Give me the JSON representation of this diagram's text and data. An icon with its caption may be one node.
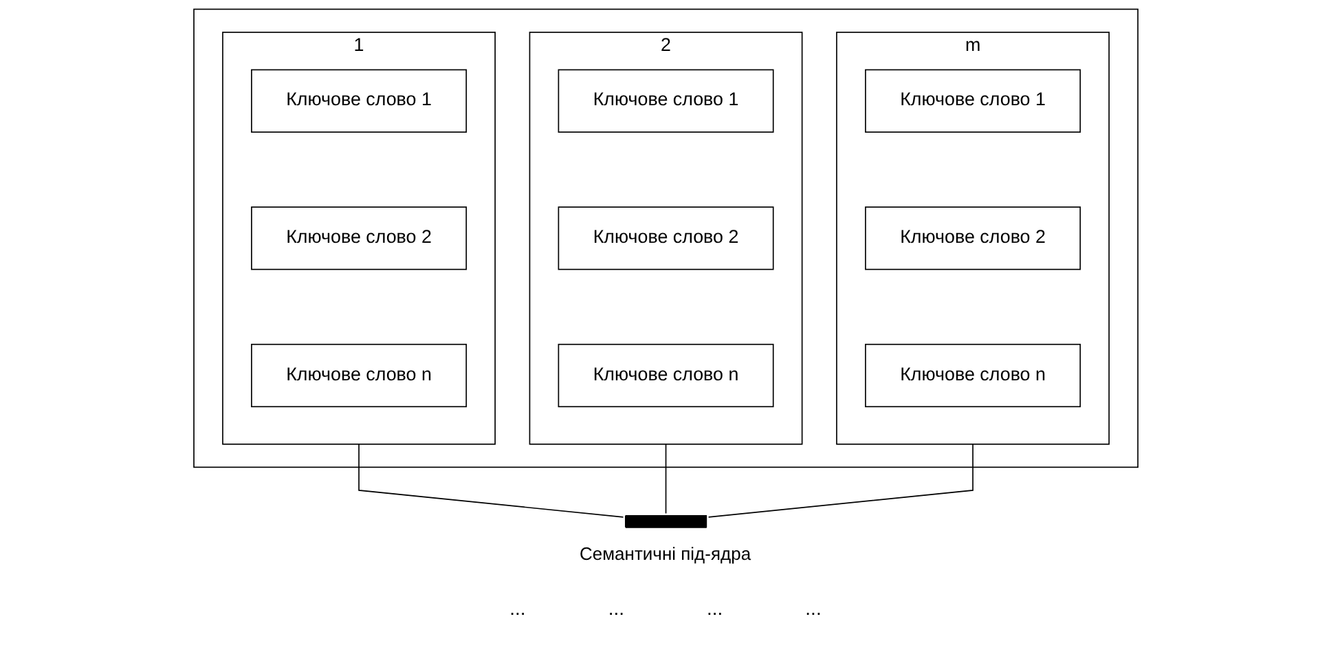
{
  "diagram": {
    "nodes": [
      {
        "text": [],
        "shape": "box"
      },
      {
        "text": [
          "1"
        ],
        "in": 0
      },
      {
        "text": [
          "Ключове слово 1"
        ],
        "in": 1
      },
      {
        "text": [
          "Ключове слово 2"
        ],
        "in": 1
      },
      {
        "text": [
          "Ключове слово n"
        ],
        "in": 1
      },
      {
        "text": [
          "2"
        ],
        "in": 0
      },
      {
        "text": [
          "Ключове слово 1"
        ],
        "in": 5
      },
      {
        "text": [
          "Ключове слово 2"
        ],
        "in": 5
      },
      {
        "text": [
          "Ключове слово n"
        ],
        "in": 5
      },
      {
        "text": [
          "m"
        ],
        "in": 0
      },
      {
        "text": [
          "Ключове слово 1"
        ],
        "in": 9
      },
      {
        "text": [
          "Ключове слово 2"
        ],
        "in": 9
      },
      {
        "text": [
          "Ключове слово n"
        ],
        "in": 9
      },
      {
        "text": [],
        "shape": "bar",
        "beside": [
          "Семантичні під-ядра"
        ]
      }
    ],
    "edges": [
      {
        "from": 1,
        "to": 13,
        "arrow": "none"
      },
      {
        "from": 5,
        "to": 13,
        "arrow": "none"
      },
      {
        "from": 9,
        "to": 13,
        "arrow": "none"
      }
    ],
    "labels": [
      "...",
      "...",
      "...",
      "..."
    ]
  }
}
